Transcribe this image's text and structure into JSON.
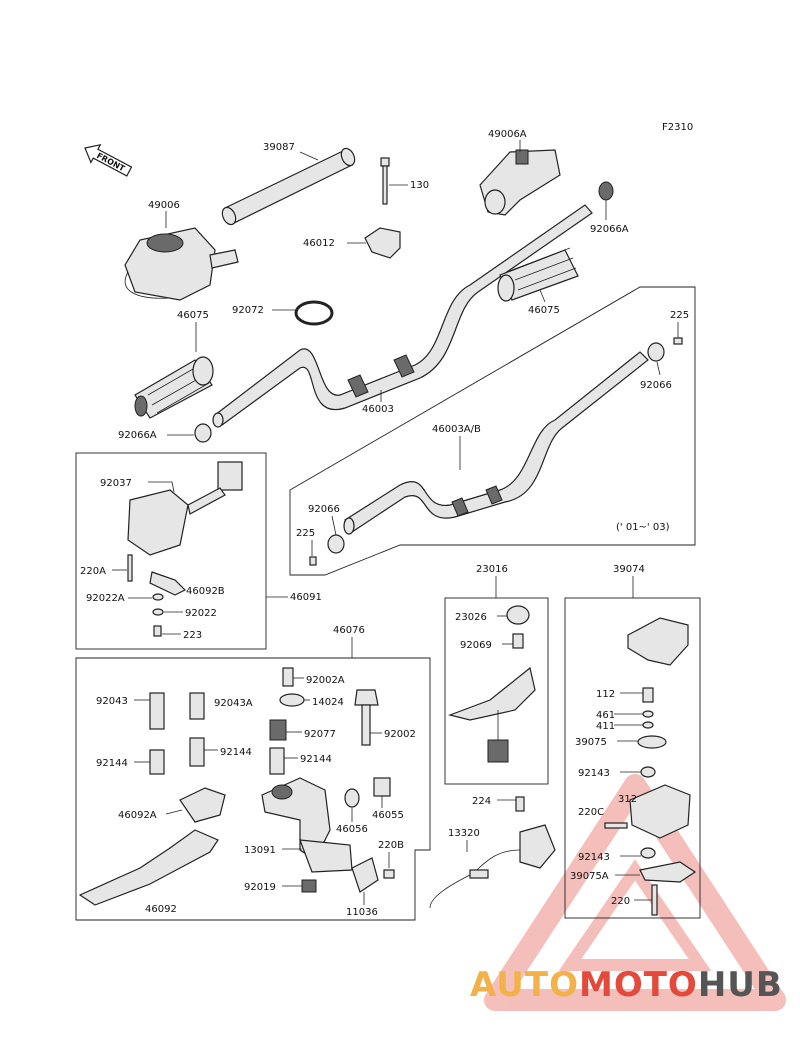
{
  "diagram": {
    "fig_code": "F2310",
    "front_arrow": "FRONT",
    "production_note": "(' 01~' 03)",
    "labels": {
      "p39087": "39087",
      "p49006": "49006",
      "p130": "130",
      "p49006A": "49006A",
      "p46012": "46012",
      "p92066A_top": "92066A",
      "p92072": "92072",
      "p46075_right": "46075",
      "p46075_left": "46075",
      "p225_top": "225",
      "p46003": "46003",
      "p92066_right": "92066",
      "p92066A_left": "92066A",
      "p46003AB": "46003A/B",
      "p92037": "92037",
      "p92066_mid": "92066",
      "p225_mid": "225",
      "p220A": "220A",
      "p46092B": "46092B",
      "p92022A": "92022A",
      "p46091": "46091",
      "p92022": "92022",
      "p223": "223",
      "p23016": "23016",
      "p39074": "39074",
      "p23026": "23026",
      "p46076": "46076",
      "p92069": "92069",
      "p92002A": "92002A",
      "p92043": "92043",
      "p92043A": "92043A",
      "p14024": "14024",
      "p112": "112",
      "p92077": "92077",
      "p92002": "92002",
      "p461": "461",
      "p411": "411",
      "p92144_left": "92144",
      "p92144_mid": "92144",
      "p92144_right": "92144",
      "p39075": "39075",
      "p92143_top": "92143",
      "p46055": "46055",
      "p224": "224",
      "p312": "312",
      "p46092A": "46092A",
      "p46056": "46056",
      "p220C": "220C",
      "p13320": "13320",
      "p13091": "13091",
      "p220B": "220B",
      "p92143_bot": "92143",
      "p39075A": "39075A",
      "p92019": "92019",
      "p46092": "46092",
      "p11036": "11036",
      "p220": "220"
    }
  },
  "watermark": {
    "part1": "AUTO",
    "part2": "MOTO",
    "part3": "HUB",
    "color1": "#f3b14a",
    "color2": "#e24a3b",
    "color3": "#555555",
    "triangle_color": "#e24a3b"
  }
}
